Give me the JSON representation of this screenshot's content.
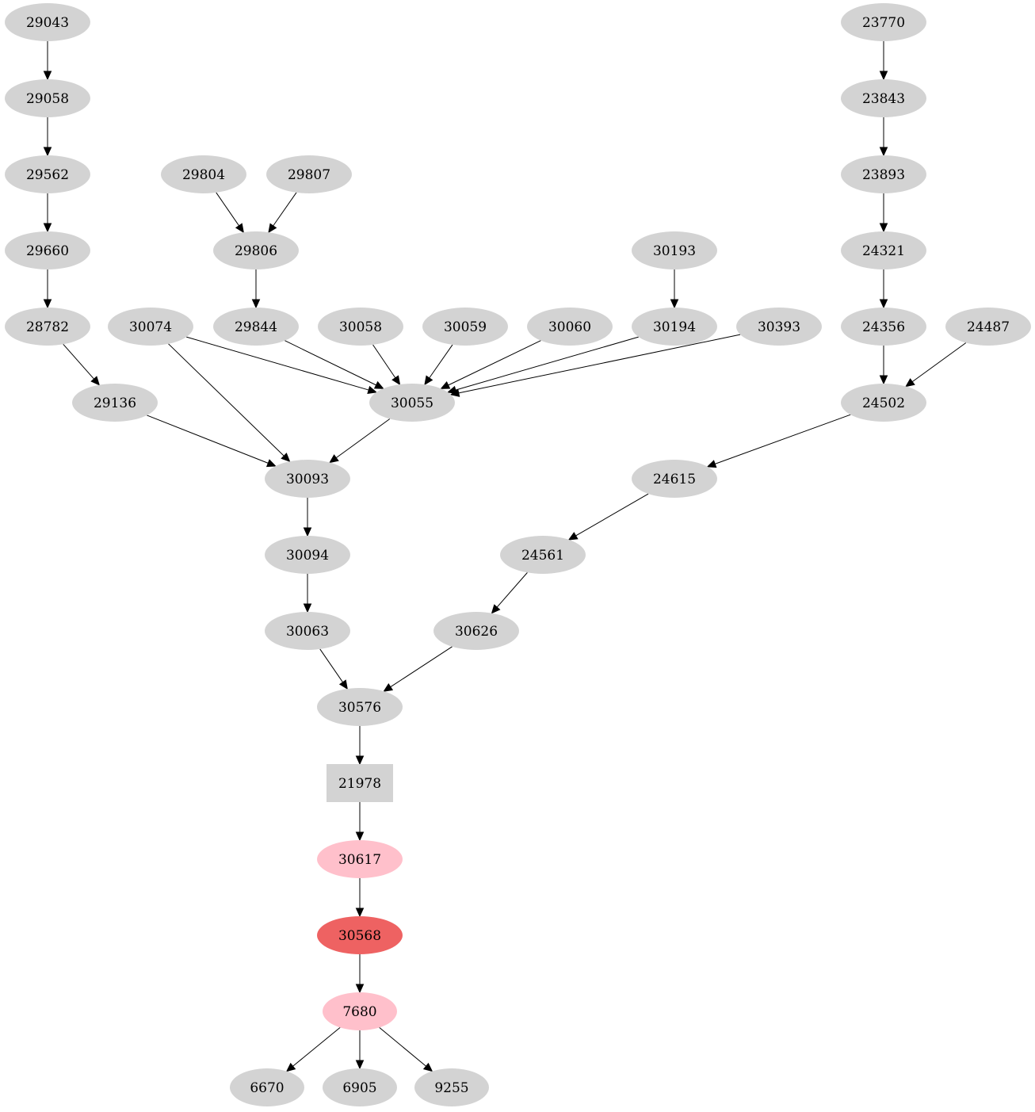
{
  "colors": {
    "default": "#d3d3d3",
    "highlight": "#ffc0cb",
    "focus": "#ee6262",
    "edge": "#000000"
  },
  "nodes": [
    {
      "id": "29043",
      "style": "default"
    },
    {
      "id": "29058",
      "style": "default"
    },
    {
      "id": "29562",
      "style": "default"
    },
    {
      "id": "29660",
      "style": "default"
    },
    {
      "id": "28782",
      "style": "default"
    },
    {
      "id": "29136",
      "style": "default"
    },
    {
      "id": "29804",
      "style": "default"
    },
    {
      "id": "29807",
      "style": "default"
    },
    {
      "id": "29806",
      "style": "default"
    },
    {
      "id": "29844",
      "style": "default"
    },
    {
      "id": "30074",
      "style": "default"
    },
    {
      "id": "30058",
      "style": "default"
    },
    {
      "id": "30059",
      "style": "default"
    },
    {
      "id": "30060",
      "style": "default"
    },
    {
      "id": "30193",
      "style": "default"
    },
    {
      "id": "30194",
      "style": "default"
    },
    {
      "id": "30393",
      "style": "default"
    },
    {
      "id": "30055",
      "style": "default"
    },
    {
      "id": "30093",
      "style": "default"
    },
    {
      "id": "30094",
      "style": "default"
    },
    {
      "id": "30063",
      "style": "default"
    },
    {
      "id": "30576",
      "style": "default"
    },
    {
      "id": "21978",
      "style": "default",
      "shape": "box"
    },
    {
      "id": "30617",
      "style": "highlight"
    },
    {
      "id": "30568",
      "style": "focus"
    },
    {
      "id": "7680",
      "style": "highlight"
    },
    {
      "id": "6670",
      "style": "default"
    },
    {
      "id": "6905",
      "style": "default"
    },
    {
      "id": "9255",
      "style": "default"
    },
    {
      "id": "23770",
      "style": "default"
    },
    {
      "id": "23843",
      "style": "default"
    },
    {
      "id": "23893",
      "style": "default"
    },
    {
      "id": "24321",
      "style": "default"
    },
    {
      "id": "24356",
      "style": "default"
    },
    {
      "id": "24487",
      "style": "default"
    },
    {
      "id": "24502",
      "style": "default"
    },
    {
      "id": "24615",
      "style": "default"
    },
    {
      "id": "24561",
      "style": "default"
    },
    {
      "id": "30626",
      "style": "default"
    }
  ],
  "edges": [
    [
      "29043",
      "29058"
    ],
    [
      "29058",
      "29562"
    ],
    [
      "29562",
      "29660"
    ],
    [
      "29660",
      "28782"
    ],
    [
      "28782",
      "29136"
    ],
    [
      "29136",
      "30093"
    ],
    [
      "29804",
      "29806"
    ],
    [
      "29807",
      "29806"
    ],
    [
      "29806",
      "29844"
    ],
    [
      "29844",
      "30055"
    ],
    [
      "30074",
      "30055"
    ],
    [
      "30074",
      "30093"
    ],
    [
      "30058",
      "30055"
    ],
    [
      "30059",
      "30055"
    ],
    [
      "30060",
      "30055"
    ],
    [
      "30193",
      "30194"
    ],
    [
      "30194",
      "30055"
    ],
    [
      "30393",
      "30055"
    ],
    [
      "30055",
      "30093"
    ],
    [
      "30093",
      "30094"
    ],
    [
      "30094",
      "30063"
    ],
    [
      "30063",
      "30576"
    ],
    [
      "30576",
      "21978"
    ],
    [
      "21978",
      "30617"
    ],
    [
      "30617",
      "30568"
    ],
    [
      "30568",
      "7680"
    ],
    [
      "7680",
      "6670"
    ],
    [
      "7680",
      "6905"
    ],
    [
      "7680",
      "9255"
    ],
    [
      "23770",
      "23843"
    ],
    [
      "23843",
      "23893"
    ],
    [
      "23893",
      "24321"
    ],
    [
      "24321",
      "24356"
    ],
    [
      "24356",
      "24502"
    ],
    [
      "24487",
      "24502"
    ],
    [
      "24502",
      "24615"
    ],
    [
      "24615",
      "24561"
    ],
    [
      "24561",
      "30626"
    ],
    [
      "30626",
      "30576"
    ]
  ]
}
